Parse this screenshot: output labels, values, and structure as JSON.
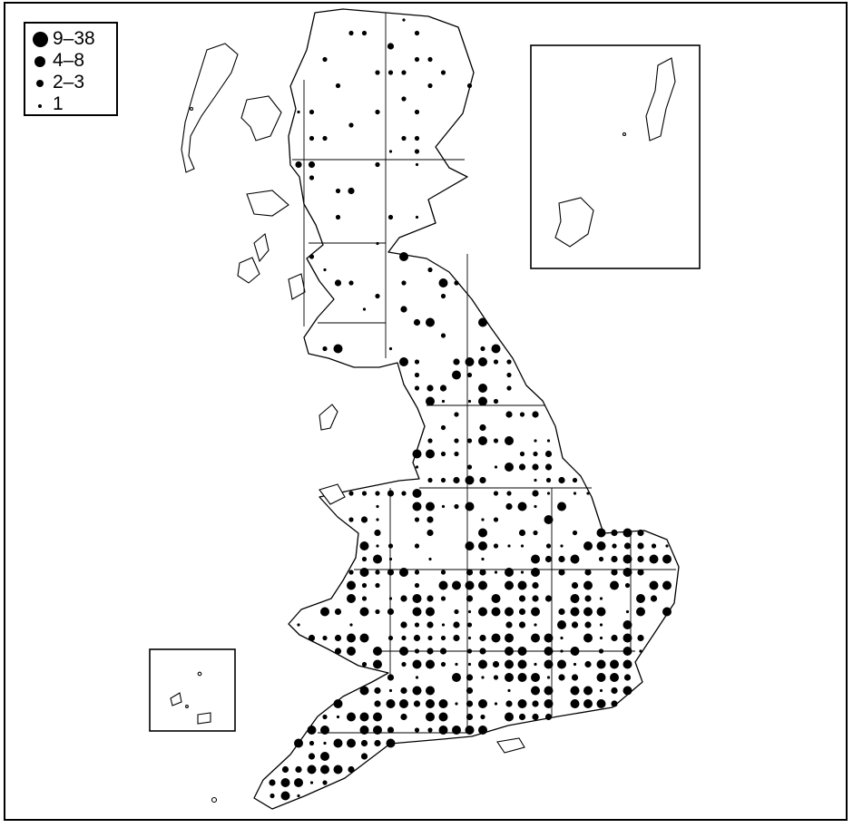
{
  "legend": {
    "items": [
      {
        "label": "9–38",
        "size": "large"
      },
      {
        "label": "4–8",
        "size": "medium"
      },
      {
        "label": "2–3",
        "size": "small"
      },
      {
        "label": "1",
        "size": "tiny"
      }
    ]
  },
  "colors": {
    "ink": "#000000",
    "background": "#ffffff"
  },
  "map": {
    "type": "dot-distribution",
    "insets": [
      "shetland-orkney-inset",
      "channel-islands-inset"
    ]
  }
}
